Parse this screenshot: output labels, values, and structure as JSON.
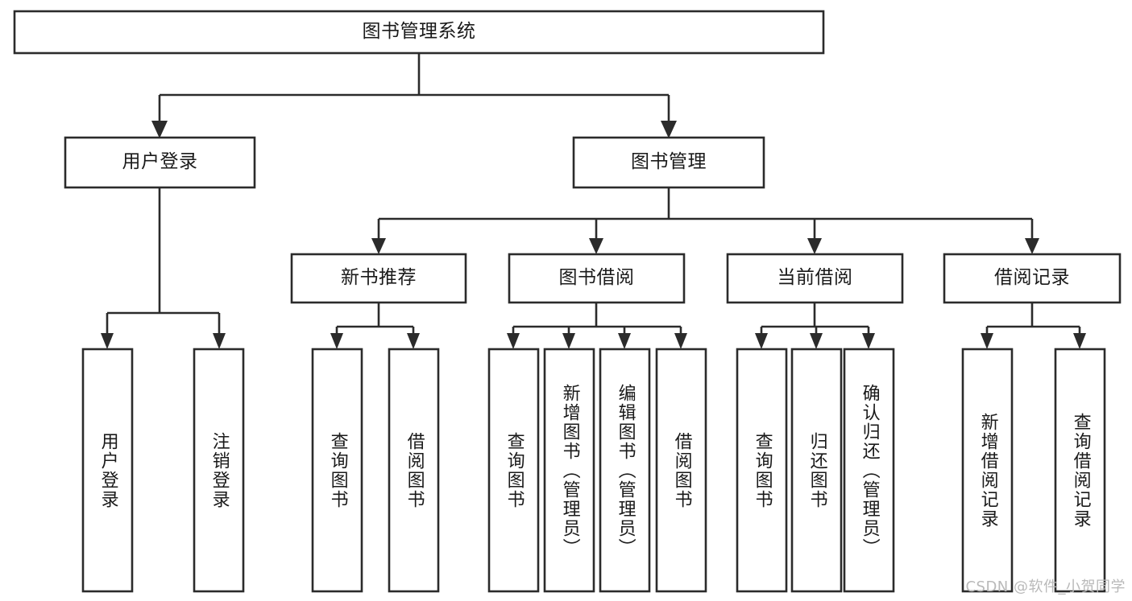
{
  "diagram": {
    "title": "图书管理系统",
    "type": "tree",
    "colors": {
      "background": "#ffffff",
      "box_fill": "#ffffff",
      "box_stroke": "#2b2b2b",
      "text": "#1a1a1a",
      "watermark": "#b9b9b9"
    },
    "nodes": {
      "root": {
        "label": "图书管理系统",
        "level": 1,
        "orientation": "horizontal"
      },
      "user_login": {
        "label": "用户登录",
        "level": 2,
        "orientation": "horizontal"
      },
      "book_manage": {
        "label": "图书管理",
        "level": 2,
        "orientation": "horizontal"
      },
      "new_book_rec": {
        "label": "新书推荐",
        "level": 3,
        "orientation": "horizontal"
      },
      "book_borrow": {
        "label": "图书借阅",
        "level": 3,
        "orientation": "horizontal"
      },
      "current_borrow": {
        "label": "当前借阅",
        "level": 3,
        "orientation": "horizontal"
      },
      "borrow_record": {
        "label": "借阅记录",
        "level": 3,
        "orientation": "horizontal"
      },
      "leaf_user_login": {
        "label": "用户登录",
        "level": 4,
        "orientation": "vertical"
      },
      "leaf_logout": {
        "label": "注销登录",
        "level": 4,
        "orientation": "vertical"
      },
      "leaf_query_book_1": {
        "label": "查询图书",
        "level": 4,
        "orientation": "vertical"
      },
      "leaf_borrow_book_1": {
        "label": "借阅图书",
        "level": 4,
        "orientation": "vertical"
      },
      "leaf_query_book_2": {
        "label": "查询图书",
        "level": 4,
        "orientation": "vertical"
      },
      "leaf_add_book": {
        "label": "新增图书（管理员）",
        "level": 4,
        "orientation": "vertical"
      },
      "leaf_edit_book": {
        "label": "编辑图书（管理员）",
        "level": 4,
        "orientation": "vertical"
      },
      "leaf_borrow_book_2": {
        "label": "借阅图书",
        "level": 4,
        "orientation": "vertical"
      },
      "leaf_query_book_3": {
        "label": "查询图书",
        "level": 4,
        "orientation": "vertical"
      },
      "leaf_return_book": {
        "label": "归还图书",
        "level": 4,
        "orientation": "vertical"
      },
      "leaf_confirm_return": {
        "label": "确认归还（管理员）",
        "level": 4,
        "orientation": "vertical"
      },
      "leaf_add_record": {
        "label": "新增借阅记录",
        "level": 4,
        "orientation": "vertical"
      },
      "leaf_query_record": {
        "label": "查询借阅记录",
        "level": 4,
        "orientation": "vertical"
      }
    },
    "edges": [
      {
        "from": "root",
        "to": "user_login"
      },
      {
        "from": "root",
        "to": "book_manage"
      },
      {
        "from": "user_login",
        "to": "leaf_user_login"
      },
      {
        "from": "user_login",
        "to": "leaf_logout"
      },
      {
        "from": "book_manage",
        "to": "new_book_rec"
      },
      {
        "from": "book_manage",
        "to": "book_borrow"
      },
      {
        "from": "book_manage",
        "to": "current_borrow"
      },
      {
        "from": "book_manage",
        "to": "borrow_record"
      },
      {
        "from": "new_book_rec",
        "to": "leaf_query_book_1"
      },
      {
        "from": "new_book_rec",
        "to": "leaf_borrow_book_1"
      },
      {
        "from": "book_borrow",
        "to": "leaf_query_book_2"
      },
      {
        "from": "book_borrow",
        "to": "leaf_add_book"
      },
      {
        "from": "book_borrow",
        "to": "leaf_edit_book"
      },
      {
        "from": "book_borrow",
        "to": "leaf_borrow_book_2"
      },
      {
        "from": "current_borrow",
        "to": "leaf_query_book_3"
      },
      {
        "from": "current_borrow",
        "to": "leaf_return_book"
      },
      {
        "from": "current_borrow",
        "to": "leaf_confirm_return"
      },
      {
        "from": "borrow_record",
        "to": "leaf_add_record"
      },
      {
        "from": "borrow_record",
        "to": "leaf_query_record"
      }
    ]
  },
  "watermark": {
    "text": "CSDN @软件_小贺同学"
  }
}
